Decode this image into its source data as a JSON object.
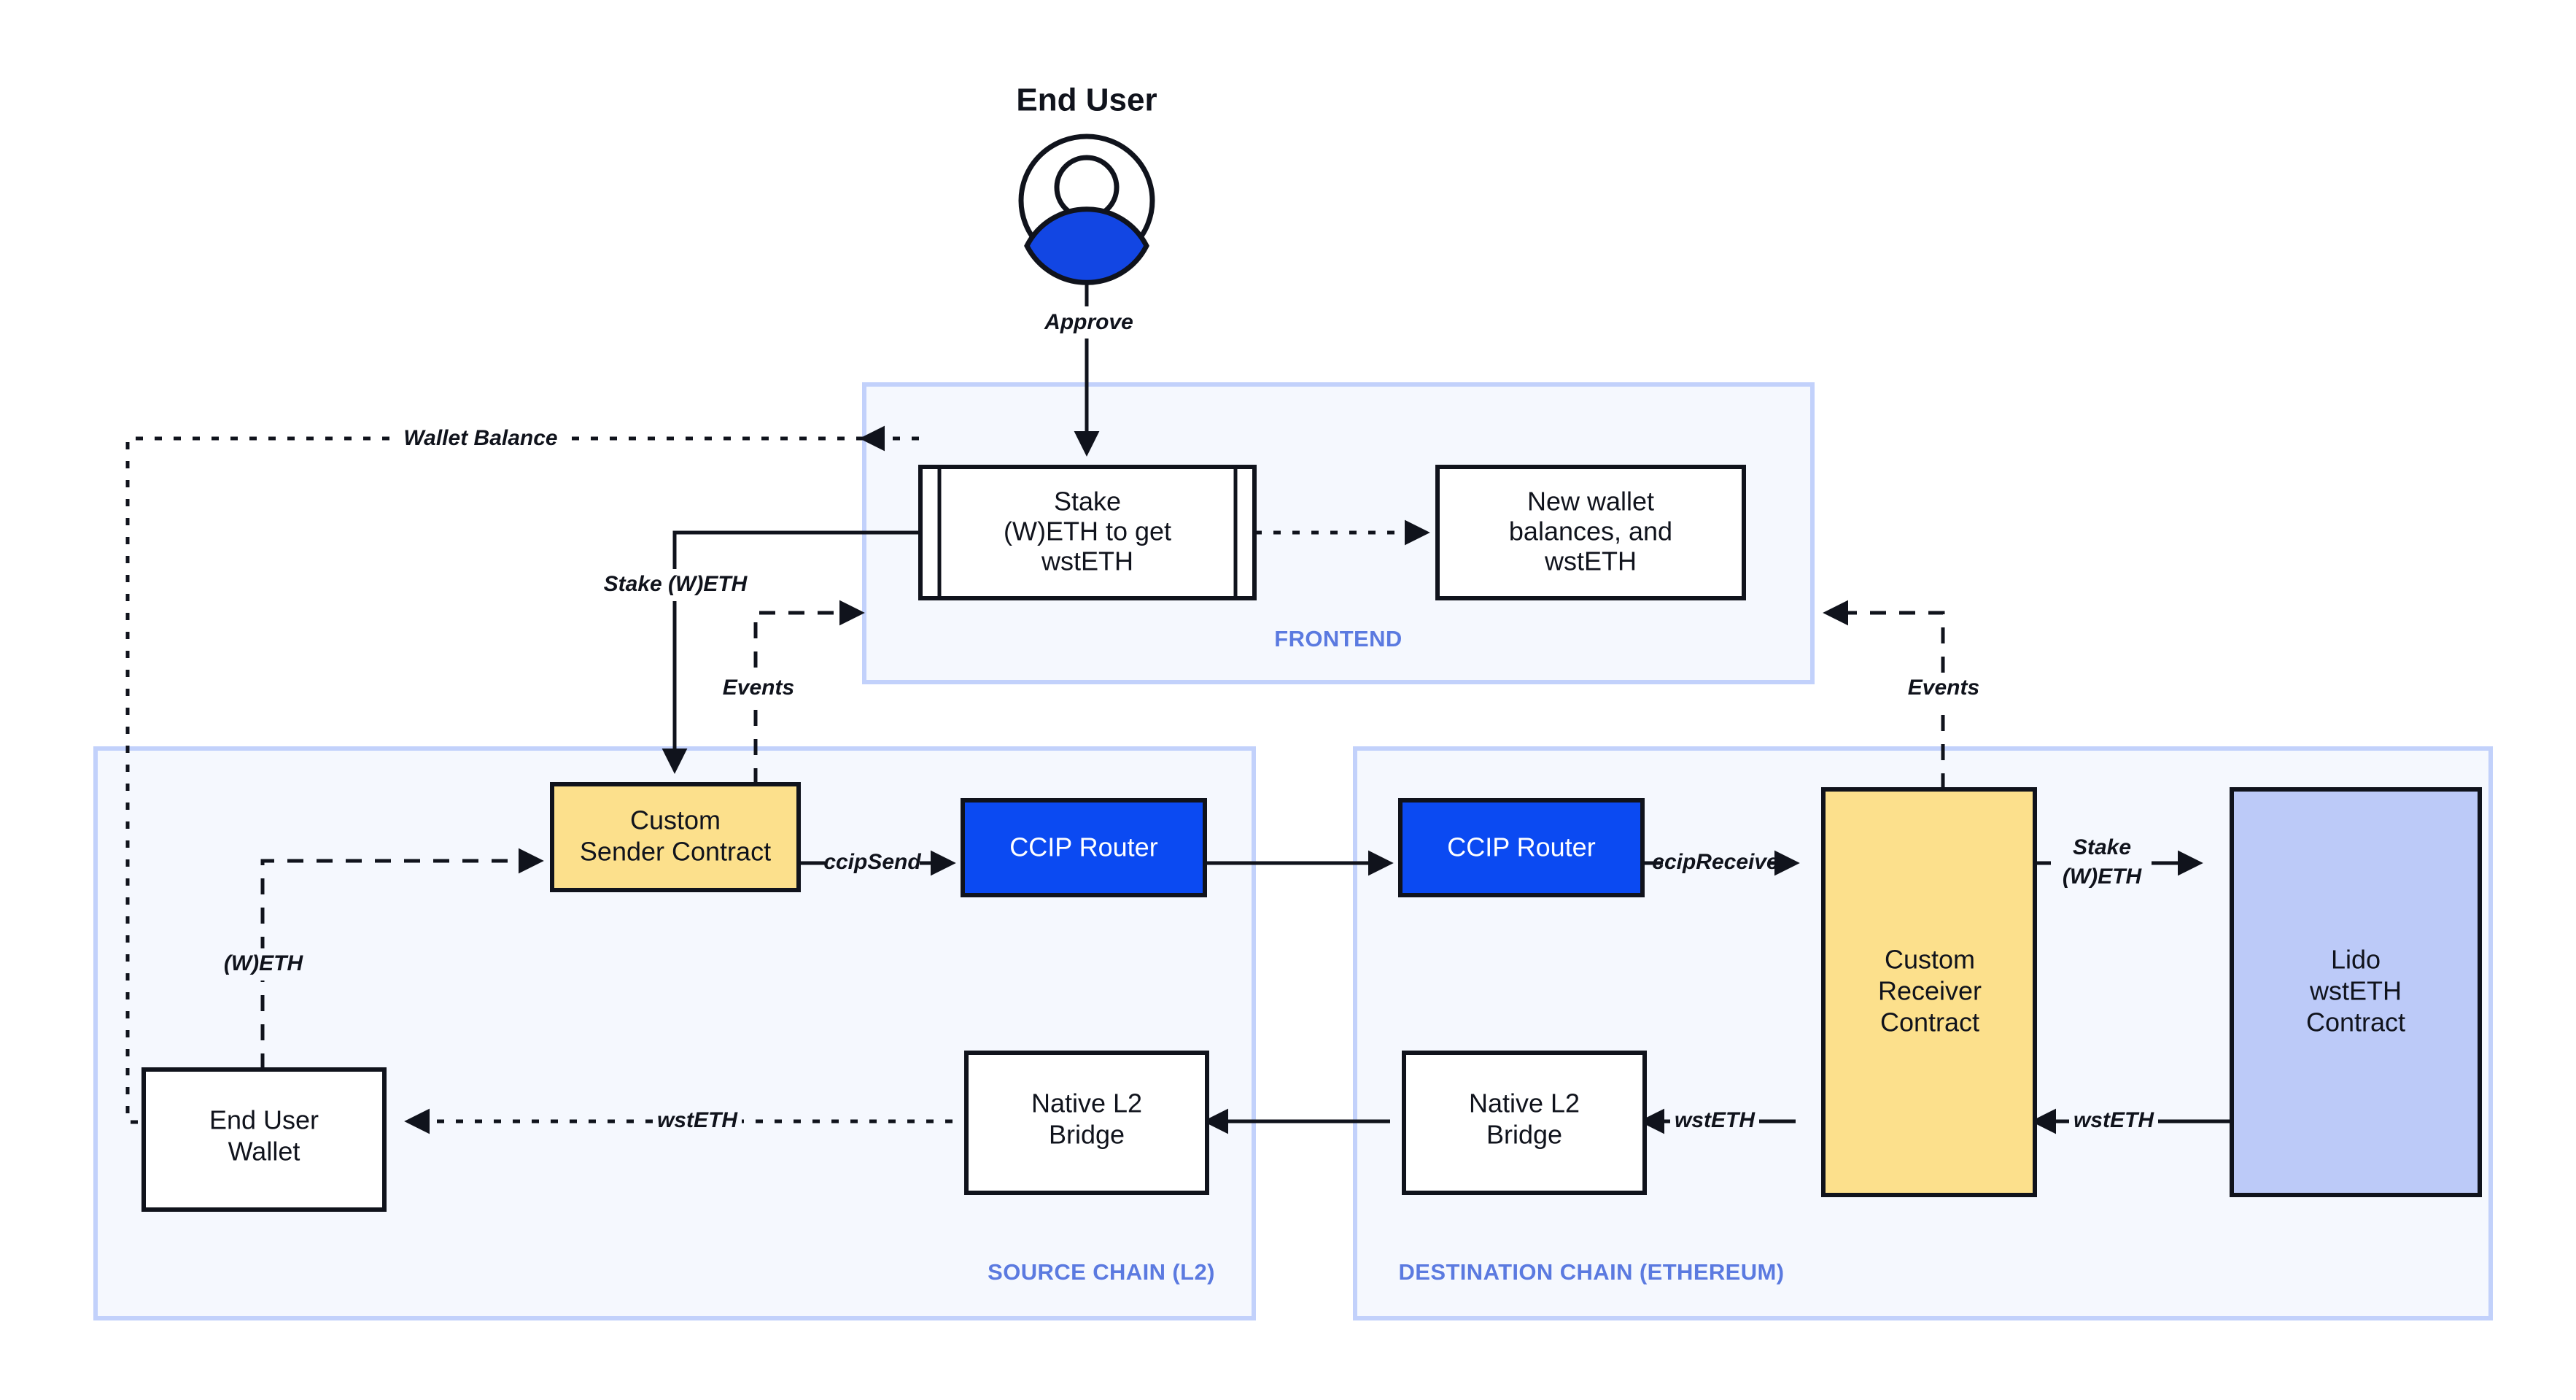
{
  "diagram": {
    "title_actor": "End User",
    "zones": [
      {
        "id": "frontend",
        "label": "FRONTEND"
      },
      {
        "id": "source",
        "label": "SOURCE CHAIN (L2)"
      },
      {
        "id": "destination",
        "label": "DESTINATION CHAIN (ETHEREUM)"
      }
    ],
    "nodes": {
      "stake_form": {
        "line1": "Stake",
        "line2": "(W)ETH to get",
        "line3": "wstETH"
      },
      "new_balances": {
        "line1": "New wallet",
        "line2": "balances, and",
        "line3": "wstETH"
      },
      "custom_sender": {
        "line1": "Custom",
        "line2": "Sender Contract"
      },
      "ccip_router_src": {
        "line1": "CCIP Router"
      },
      "ccip_router_dst": {
        "line1": "CCIP Router"
      },
      "custom_receiver": {
        "line1": "Custom",
        "line2": "Receiver",
        "line3": "Contract"
      },
      "lido_contract": {
        "line1": "Lido",
        "line2": "wstETH",
        "line3": "Contract"
      },
      "end_user_wallet": {
        "line1": "End User",
        "line2": "Wallet"
      },
      "native_bridge_src": {
        "line1": "Native L2",
        "line2": "Bridge"
      },
      "native_bridge_dst": {
        "line1": "Native L2",
        "line2": "Bridge"
      }
    },
    "edge_labels": {
      "approve": "Approve",
      "wallet_balance": "Wallet Balance",
      "stake_weth": "Stake (W)ETH",
      "events_left": "Events",
      "events_right": "Events",
      "weth": "(W)ETH",
      "ccip_send": "ccipSend",
      "ccip_receive": "ccipReceive",
      "stake_weth_dst_l1": "Stake",
      "stake_weth_dst_l2": "(W)ETH",
      "wst_eth_left": "wstETH",
      "wst_eth_mid": "wstETH",
      "wst_eth_right": "wstETH"
    },
    "colors": {
      "accent_blue": "#0b4af2",
      "contract_yellow": "#fce08c",
      "lido_lavender": "#bccaf8",
      "zone_fill": "#f5f8fe",
      "zone_stroke": "#c2d1fb",
      "zone_label": "#5b7ae0",
      "stroke_dark": "#10131c",
      "canvas": "#ffffff"
    }
  }
}
